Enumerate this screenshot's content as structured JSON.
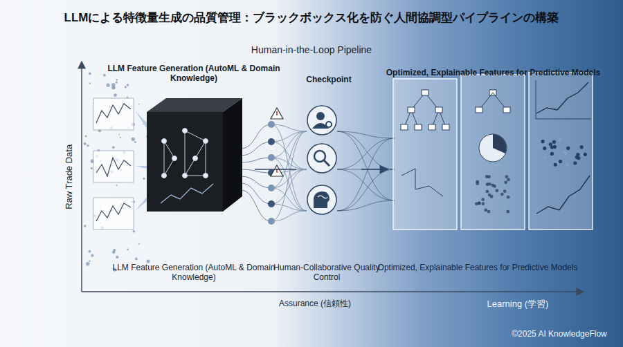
{
  "diagram": {
    "title": "LLMによる特徴量生成の品質管理：ブラックボックス化を防ぐ人間協調型パイプラインの構築",
    "nodes": [
      {
        "text": [
          "LLM Feature Generation (AutoML & Domain Knowledge)"
        ]
      },
      {
        "text": [
          "Checkpoint"
        ]
      },
      {
        "text": [
          "Optimized, Explainable Features for Predictive Models"
        ]
      }
    ],
    "edges": [
      {
        "from": 0,
        "to": 1,
        "arrow": "none"
      },
      {
        "from": 1,
        "to": 2,
        "arrow": "to"
      }
    ],
    "labels": [
      "Human-in-the-Loop Pipeline",
      "Raw Trade Data",
      "LLM Feature Generation (AutoML & Domain Knowledge)",
      "Human-Collaborative Quality Control",
      "Optimized, Explainable Features for Predictive Models",
      "Assurance (信頼性)",
      "Learning (学習)",
      "©2025 AI KnowledgeFlow"
    ]
  }
}
